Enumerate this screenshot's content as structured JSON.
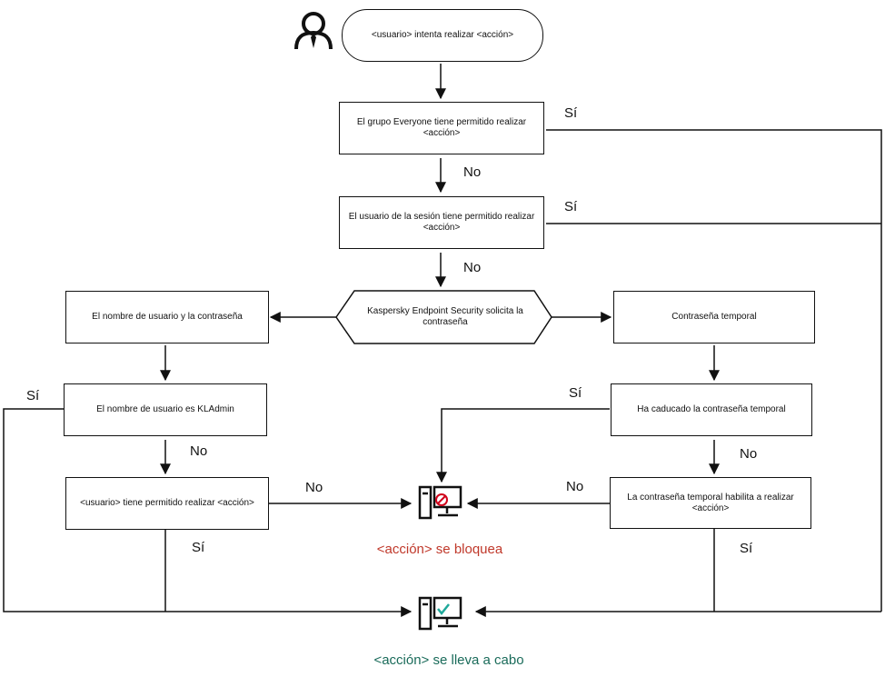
{
  "start": "<usuario> intenta realizar <acción>",
  "steps": {
    "everyone": "El grupo Everyone tiene permitido realizar <acción>",
    "session_user": "El usuario de la sesión tiene permitido realizar <acción>",
    "kes_requests": "Kaspersky Endpoint Security solicita la contraseña",
    "user_and_password": "El nombre de usuario y la contraseña",
    "is_kladmin": "El nombre de usuario es KLAdmin",
    "user_allowed": "<usuario> tiene permitido realizar <acción>",
    "temp_password": "Contraseña temporal",
    "temp_expired": "Ha caducado la contraseña temporal",
    "temp_allows": "La contraseña temporal habilita a realizar <acción>"
  },
  "labels": {
    "yes": "Sí",
    "no": "No"
  },
  "results": {
    "blocked": "<acción> se bloquea",
    "allowed": "<acción> se lleva a cabo"
  },
  "icons": {
    "user": "user-icon",
    "blocked": "computer-blocked-icon",
    "allowed": "computer-allowed-icon"
  },
  "colors": {
    "blocked_text": "#c0392b",
    "allowed_text": "#1a6b5a",
    "blocked_accent": "#d0021b",
    "allowed_accent": "#1fa89a"
  }
}
